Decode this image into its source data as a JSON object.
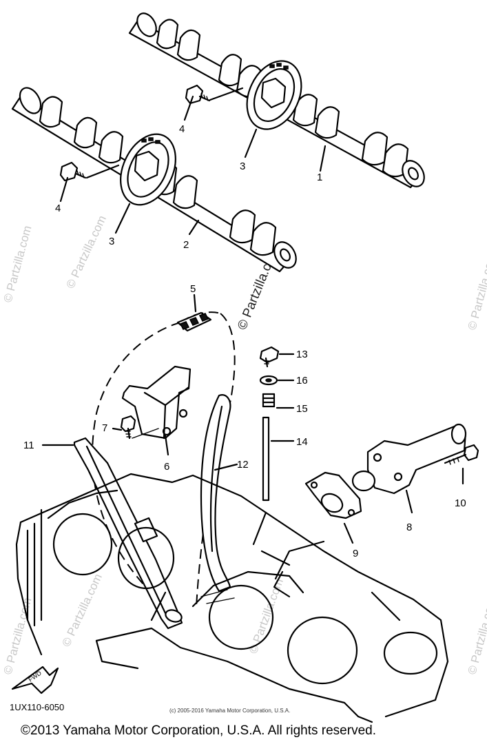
{
  "diagram": {
    "callouts": {
      "c1": "1",
      "c2": "2",
      "c3a": "3",
      "c3b": "3",
      "c4a": "4",
      "c4b": "4",
      "c5": "5",
      "c6": "6",
      "c7": "7",
      "c8": "8",
      "c9": "9",
      "c10": "10",
      "c11": "11",
      "c12": "12",
      "c13": "13",
      "c14": "14",
      "c15": "15",
      "c16": "16"
    },
    "fwd_label": "FWD",
    "drawing_code": "1UX110-6050"
  },
  "watermarks": {
    "center": "© Partzilla.com",
    "side": "© Partzilla.com"
  },
  "footer": {
    "small_copyright": "(c) 2005-2016 Yamaha Motor Corporation, U.S.A.",
    "copyright": "©2013 Yamaha Motor Corporation, U.S.A. All rights reserved."
  }
}
